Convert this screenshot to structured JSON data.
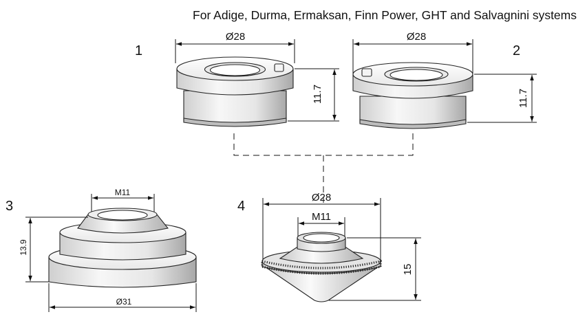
{
  "title": "For Adige, Durma, Ermaksan, Finn Power, GHT and Salvagnini systems",
  "parts": [
    {
      "number": "1",
      "diameter": "Ø28",
      "height": "11.7"
    },
    {
      "number": "2",
      "diameter": "Ø28",
      "height": "11.7"
    },
    {
      "number": "3",
      "thread": "M11",
      "height": "13.9",
      "diameter": "Ø31"
    },
    {
      "number": "4",
      "diameter": "Ø28",
      "thread": "M11",
      "height": "15"
    }
  ],
  "colors": {
    "line": "#111111",
    "metal_light": "#f2f2f2",
    "metal_mid": "#d8d8d8",
    "metal_dark": "#9a9a9a"
  }
}
